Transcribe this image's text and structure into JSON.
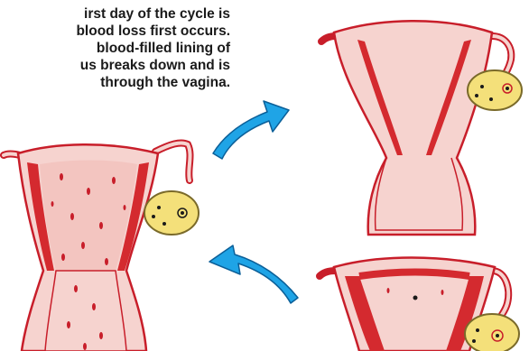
{
  "caption": {
    "lines": [
      "irst day of the cycle is",
      "blood loss first occurs.",
      "blood-filled lining of",
      "us breaks down and is",
      "through the vagina."
    ]
  },
  "colors": {
    "uterus_fill": "#f6d3cf",
    "uterus_outline": "#c81e2a",
    "lining_red": "#d42a2f",
    "ovary_fill": "#f4e07a",
    "ovary_outline": "#7a6a2a",
    "arrow_fill": "#1fa4e6",
    "arrow_outline": "#0b5f98"
  },
  "panels": [
    {
      "id": "menstruation",
      "stage": "lining-breaking-down",
      "bleeding": true
    },
    {
      "id": "early-cycle",
      "stage": "thin-lining",
      "bleeding": false
    },
    {
      "id": "thick-lining",
      "stage": "thickened-lining",
      "bleeding": false
    }
  ],
  "arrows": [
    {
      "direction": "up-right"
    },
    {
      "direction": "up-left"
    }
  ]
}
